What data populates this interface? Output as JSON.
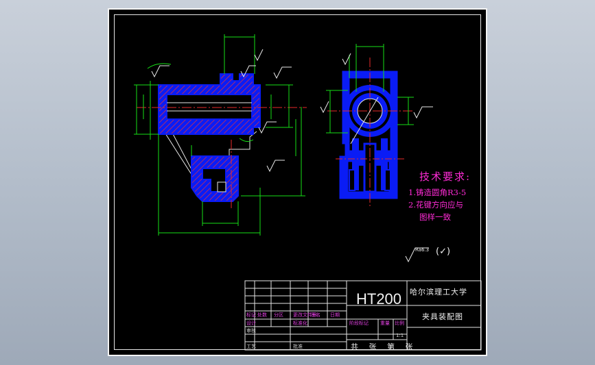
{
  "notes": {
    "title": "技术要求:",
    "items": [
      "1.铸造圆角R3-5",
      "2.花键方向应与",
      "图样一致"
    ]
  },
  "roughness_note": {
    "value": "Ra6.3",
    "suffix": "(✓)"
  },
  "title_block": {
    "material": "HT200",
    "school": "哈尔滨理工大学",
    "drawing_name": "夹具装配图",
    "sheets_text": "共 张 第 张",
    "scale_value": "1:1",
    "row_labels": {
      "mark": "标记",
      "count": "处数",
      "zone": "分区",
      "change_doc": "更改文件号",
      "sign": "签名",
      "date": "日期",
      "design": "设计",
      "std": "标准化",
      "stage_mark": "阶段标记",
      "weight": "重量",
      "scale": "比例",
      "review": "审核",
      "process": "工艺",
      "approve": "批准"
    }
  },
  "colors": {
    "sheet": "#000000",
    "section": "#0a1cf5",
    "hatch": "#f03030",
    "dimension": "#16e016",
    "centerline": "#e82a2a",
    "notes": "#ff2bd6",
    "frame": "#f4f4f4"
  }
}
